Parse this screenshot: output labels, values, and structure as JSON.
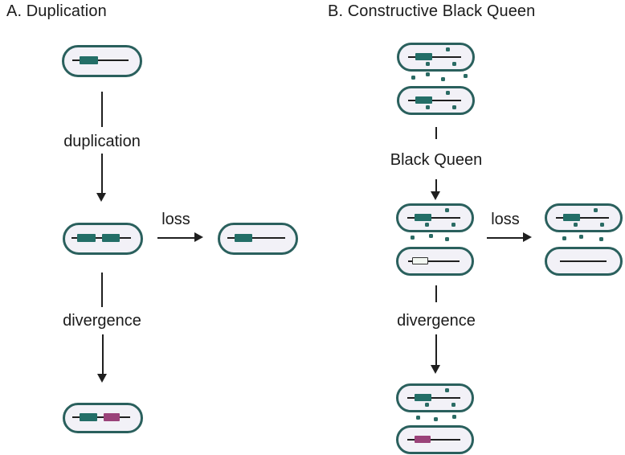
{
  "colors": {
    "membrane": "#2a605d",
    "cell_fill": "#f2f1f7",
    "gene_teal": "#236e67",
    "gene_purple": "#9a4279",
    "dot": "#2a6b64",
    "genome_line": "#1f1f1f",
    "arrow": "#1f1f1f",
    "text": "#1b1b1b",
    "empty_gene_fill": "#f3f7f2",
    "empty_gene_border": "#333333"
  },
  "panel_a": {
    "title": "A. Duplication",
    "step1_label": "duplication",
    "loss_label": "loss",
    "step2_label": "divergence",
    "cells": [
      {
        "id": "ancestor",
        "genes": [
          "teal"
        ],
        "secreted_dots": 0
      },
      {
        "id": "after-duplication",
        "genes": [
          "teal",
          "teal"
        ],
        "secreted_dots": 0
      },
      {
        "id": "after-loss",
        "genes": [
          "teal"
        ],
        "secreted_dots": 0
      },
      {
        "id": "after-divergence",
        "genes": [
          "teal",
          "purple"
        ],
        "secreted_dots": 0
      }
    ]
  },
  "panel_b": {
    "title": "B. Constructive Black Queen",
    "step1_label": "Black Queen",
    "loss_label": "loss",
    "step2_label": "divergence",
    "pairs": [
      {
        "id": "start",
        "top_cell": {
          "genes": [
            "teal"
          ],
          "inner_dots": 3
        },
        "bottom_cell": {
          "genes": [
            "teal"
          ],
          "inner_dots": 3
        },
        "between_dots": 4
      },
      {
        "id": "after-black-queen",
        "top_cell": {
          "genes": [
            "teal"
          ],
          "inner_dots": 3
        },
        "bottom_cell": {
          "genes": [
            "empty"
          ],
          "inner_dots": 0
        },
        "between_dots": 3
      },
      {
        "id": "after-loss",
        "top_cell": {
          "genes": [
            "teal"
          ],
          "inner_dots": 3
        },
        "bottom_cell": {
          "genes": [],
          "inner_dots": 0
        },
        "between_dots": 3
      },
      {
        "id": "after-divergence",
        "top_cell": {
          "genes": [
            "teal"
          ],
          "inner_dots": 3
        },
        "bottom_cell": {
          "genes": [
            "purple"
          ],
          "inner_dots": 0
        },
        "between_dots": 3
      }
    ]
  }
}
